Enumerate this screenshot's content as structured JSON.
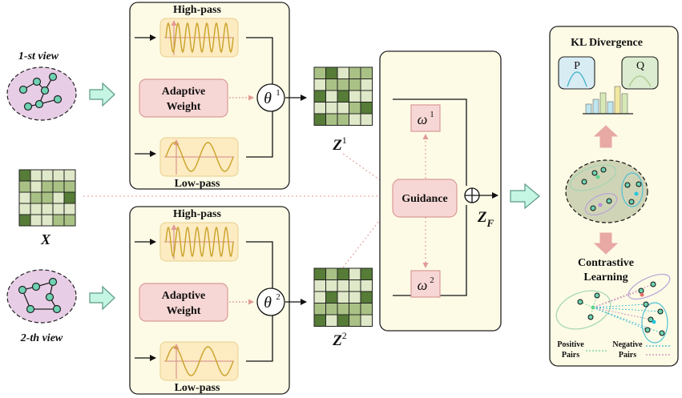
{
  "views": {
    "view1_label": "1-st view",
    "view2_label": "2-th view"
  },
  "filters": {
    "high_pass": "High-pass",
    "low_pass": "Low-pass",
    "adaptive_weight_line1": "Adaptive",
    "adaptive_weight_line2": "Weight"
  },
  "symbols": {
    "theta": "θ",
    "theta1_sup": "1",
    "theta2_sup": "2",
    "omega": "ω",
    "omega1_sup": "1",
    "omega2_sup": "2",
    "Z": "Z",
    "Z1_sup": "1",
    "Z2_sup": "2",
    "ZF_sub": "F",
    "X": "X"
  },
  "guidance": {
    "label": "Guidance"
  },
  "right_panel": {
    "kl_title": "KL Divergence",
    "p_label": "P",
    "q_label": "Q",
    "contrastive_line1": "Contrastive",
    "contrastive_line2": "Learning",
    "positive_line1": "Positive",
    "positive_line2": "Pairs",
    "negative_line1": "Negative",
    "negative_line2": "Pairs"
  },
  "colors": {
    "panel_fill": "#fdfbe6",
    "filter_fill": "#fdebc2",
    "wave": "#c9a227",
    "adaptive_fill": "#f7d7d5",
    "adaptive_stroke": "#d99a98",
    "graph_fill": "#e8cde6",
    "node_fill": "#6fd3b3",
    "arrow_fill": "#c5f5e3",
    "arrow_stroke": "#5a9a85",
    "matrix_dark": "#567c37",
    "matrix_mid": "#a9c185",
    "matrix_light": "#dfe8c8",
    "pink_arrow": "#e8a8a4"
  }
}
